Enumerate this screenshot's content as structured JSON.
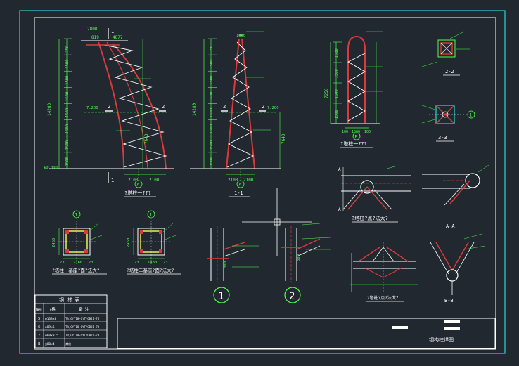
{
  "drawing": {
    "colors": {
      "background": "#212830",
      "frame": "#2ad4d4",
      "steel": "#d93a3a",
      "dimension": "#4dff4d",
      "line": "#ffffff",
      "text_yellow": "#ffff55"
    },
    "views": {
      "elevation_a": {
        "caption": "?塔柱一???",
        "top_dims": [
          "2800",
          "819",
          "4877"
        ],
        "left_dims": [
          "750",
          "1500",
          "1500",
          "1500",
          "1500",
          "1500",
          "1500",
          "1500"
        ],
        "total_height": "14280",
        "base_level": "±0.000",
        "level_mid": "7.200",
        "bottom_dims": [
          "2100",
          "2100"
        ],
        "axis_label": "A",
        "section_mark": "2",
        "section_top": "1"
      },
      "elevation_b": {
        "caption": "1-1",
        "left_dims": [
          "750",
          "1500",
          "1500",
          "1500",
          "1500",
          "1500",
          "1500",
          "1500"
        ],
        "total_height": "14280",
        "level_top": "1000",
        "level_mid": "7.200",
        "bottom_dims": [
          "2100",
          "2100"
        ],
        "axis_label": "A",
        "section_mark": "2",
        "side_dim": "7640"
      },
      "elevation_c": {
        "caption": "?塔柱一???",
        "left_dims": [
          "1500",
          "1500",
          "1500",
          "1500"
        ],
        "mid_dim": "7250",
        "bottom_dims": [
          "100",
          "1500",
          "100"
        ],
        "axis_label": "B"
      },
      "section_22": {
        "caption": "2-2"
      },
      "section_33": {
        "caption": "3-3",
        "axis_label": "1"
      },
      "base_a": {
        "caption": "?塔柱一基座?面?法大?",
        "dims_bottom": [
          "73",
          "2160",
          "73"
        ],
        "dim_side": "2460",
        "axis_label": "1"
      },
      "base_b": {
        "caption": "?塔柱二基座?面?法大?",
        "dims_bottom": [
          "73",
          "1480",
          "73"
        ],
        "dim_side": "2460",
        "axis_label": "1"
      },
      "joint_a": {
        "caption": "?塔柱?点?法大?一",
        "axis_label": "A"
      },
      "joint_aa": {
        "caption": "A-A"
      },
      "joint_bb": {
        "caption": "B-B"
      },
      "joint_c": {
        "caption": "?塔柱?点?法大?二"
      },
      "detail_1": {
        "label": "1",
        "dim": "300"
      },
      "detail_2": {
        "label": "2",
        "dim": "300"
      }
    },
    "material_table": {
      "title": "钢 材 表",
      "headers": [
        "编号",
        "?格",
        "备 注"
      ],
      "rows": [
        {
          "no": "5",
          "spec": "φ133x8",
          "note": "TB,GYT18-GYT/GB21-78"
        },
        {
          "no": "6",
          "spec": "φ89x6",
          "note": "TB,GYT18-GYT/GB21-78"
        },
        {
          "no": "7",
          "spec": "φ60x3.5",
          "note": "TB,GYT18-GYT/GB21-78"
        },
        {
          "no": "8",
          "spec": "□80x4",
          "note": "其他"
        }
      ]
    },
    "title_block": {
      "drawing_title": "钢构柱详图"
    }
  }
}
